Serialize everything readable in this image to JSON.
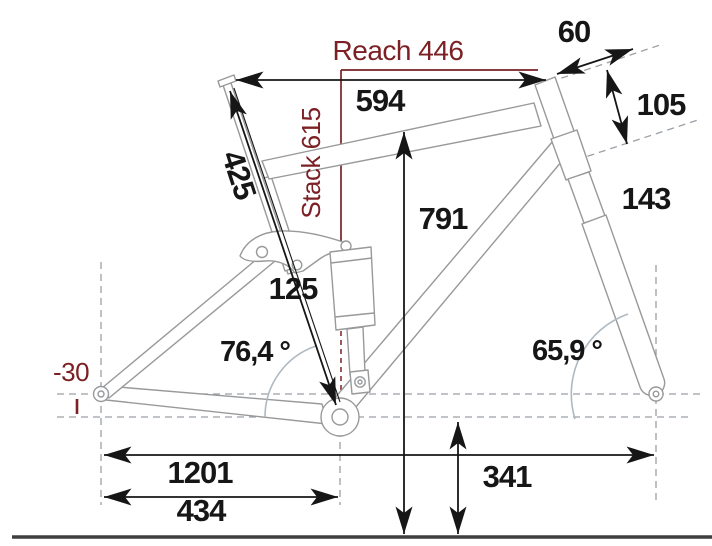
{
  "diagram": {
    "measurements": {
      "reach": "Reach 446",
      "stack": "Stack 615",
      "top_tube_horizontal": "594",
      "seat_tube": "425",
      "standover_height": "791",
      "rear_travel": "125",
      "seat_tube_angle": "76,4 °",
      "head_tube_angle": "65,9 °",
      "stem_length": "60",
      "head_tube_length": "105",
      "fork": "143",
      "wheelbase": "1201",
      "chainstay_length": "434",
      "bb_height": "341",
      "bb_drop": "-30"
    },
    "colors": {
      "accent_red": "#7B2125",
      "ink_black": "#161616",
      "frame_outline_gray": "#97999B",
      "guide_gray": "#9AA0A6",
      "angle_arc_gray_blue": "#AEB9C2",
      "ground_gray": "#3F3F3F",
      "background": "#FFFFFF"
    }
  }
}
